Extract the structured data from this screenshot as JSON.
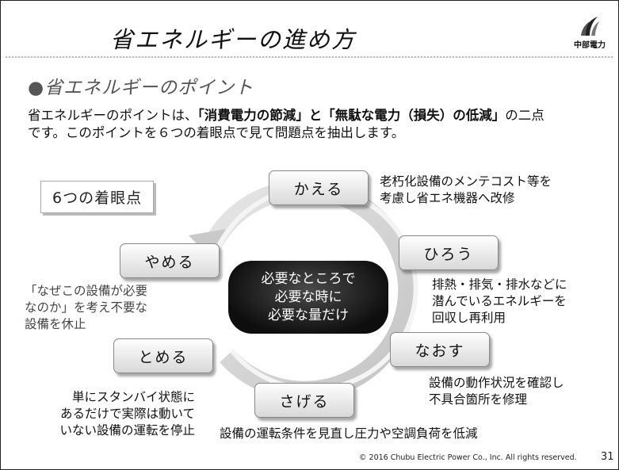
{
  "slide": {
    "title": "省エネルギーの進め方",
    "logo_text": "中部電力",
    "section_title": "●省エネルギーのポイント",
    "intro_prefix": "省エネルギーのポイントは、",
    "intro_bold": "「消費電力の節減」と「無駄な電力（損失）の低減」",
    "intro_suffix": "の二点",
    "intro_line2": "です。このポイントを６つの着眼点で見て問題点を抽出します。",
    "points_label": "6つの着眼点",
    "center_lines": [
      "必要なところで",
      "必要な時に",
      "必要な量だけ"
    ],
    "steps": {
      "kaeru": {
        "label": "かえる",
        "desc": [
          "老朽化設備のメンテコスト等を",
          "考慮し省エネ機器へ改修"
        ]
      },
      "hirou": {
        "label": "ひろう",
        "desc": [
          "排熱・排気・排水などに",
          "潜んでいるエネルギーを",
          "回収し再利用"
        ]
      },
      "naosu": {
        "label": "なおす",
        "desc": [
          "設備の動作状況を確認し",
          "不具合箇所を修理"
        ]
      },
      "sageru": {
        "label": "さげる",
        "desc": [
          "設備の運転条件を見直し圧力や空調負荷を低減"
        ]
      },
      "tomeru": {
        "label": "とめる",
        "desc": [
          "単にスタンバイ状態に",
          "あるだけで実際は動いて",
          "いない設備の運転を停止"
        ]
      },
      "yameru": {
        "label": "やめる",
        "desc": [
          "「なぜこの設備が必要",
          "なのか」を考え不要な",
          "設備を休止"
        ]
      }
    },
    "copyright": "© 2016 Chubu Electric Power Co., Inc. All rights reserved.",
    "page_number": "31"
  }
}
